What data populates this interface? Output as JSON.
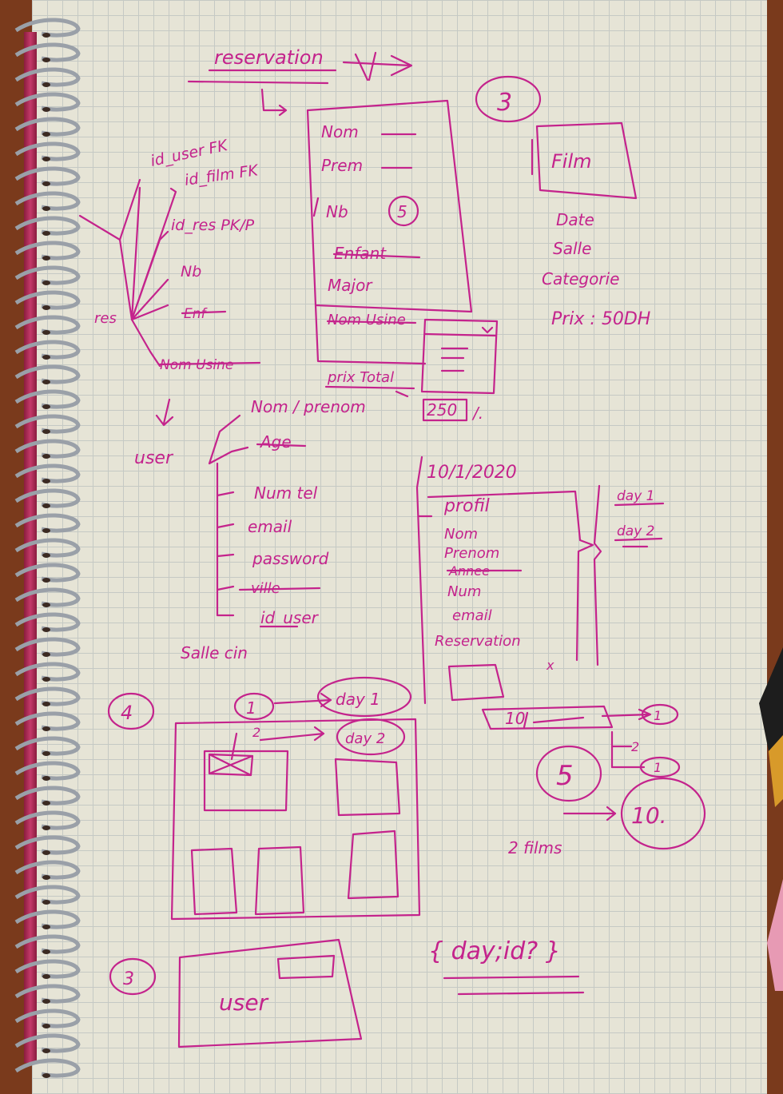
{
  "ink_color": "#c4238c",
  "paper_color": "#e6e4d6",
  "title": "reservation",
  "section_numbers": [
    "3",
    "5",
    "4",
    "1",
    "5",
    "3"
  ],
  "reservation": {
    "label": "res",
    "fields": [
      "id_user FK",
      "id_film FK",
      "id_res PK/P",
      "Nb",
      "Enf",
      "Nom Usine"
    ],
    "form_fields": [
      "Nom",
      "Prem",
      "Nb",
      "Enfant",
      "Major",
      "Nom Usine"
    ],
    "prix_total_label": "prix Total",
    "prix_total_value": "250",
    "prix_total_suffix": "/."
  },
  "film": {
    "title": "Film",
    "attributes": [
      "Date",
      "Salle",
      "Categorie",
      "Prix : 50DH"
    ]
  },
  "user": {
    "label": "user",
    "attributes": [
      "Nom / prenom",
      "Age",
      "Num tel",
      "email",
      "password",
      "ville",
      "id_user"
    ],
    "footer": "Salle cin"
  },
  "profil": {
    "date": "10/1/2020",
    "title": "profil",
    "items": [
      "Nom",
      "Prenom",
      "Annee",
      "Num",
      "email",
      "Reservation"
    ],
    "days": [
      "day 1",
      "day 2"
    ],
    "close_mark": "x"
  },
  "screen4": {
    "step": "1",
    "step2": "2",
    "day_bubbles": [
      "day 1",
      "day 2"
    ]
  },
  "flow5": {
    "box_value": "10",
    "branches": [
      "1",
      "2",
      "1"
    ],
    "result": "10.",
    "note": "2 films"
  },
  "screen3": {
    "label": "user"
  },
  "bottom_note": "{ day;id? }"
}
